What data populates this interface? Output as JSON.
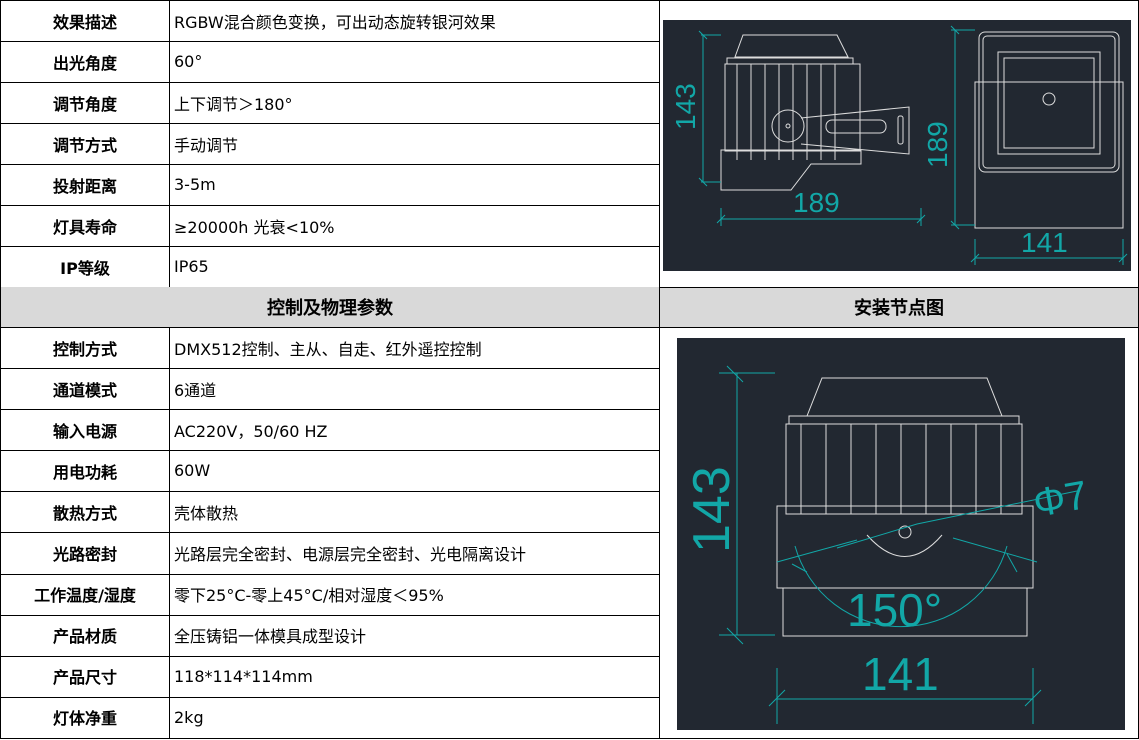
{
  "top_specs": [
    {
      "label": "效果描述",
      "value": "RGBW混合颜色变换，可出动态旋转银河效果"
    },
    {
      "label": "出光角度",
      "value": "60°"
    },
    {
      "label": "调节角度",
      "value": "上下调节＞180°"
    },
    {
      "label": "调节方式",
      "value": "手动调节"
    },
    {
      "label": "投射距离",
      "value": "3-5m"
    },
    {
      "label": "灯具寿命",
      "value": "≥20000h 光衰<10%"
    },
    {
      "label": "IP等级",
      "value": "IP65"
    }
  ],
  "section_headers": {
    "control": "控制及物理参数",
    "install": "安装节点图"
  },
  "control_specs": [
    {
      "label": "控制方式",
      "value": "DMX512控制、主从、自走、红外遥控控制"
    },
    {
      "label": "通道模式",
      "value": "6通道"
    },
    {
      "label": "输入电源",
      "value": "AC220V，50/60 HZ"
    },
    {
      "label": "用电功耗",
      "value": "60W"
    },
    {
      "label": "散热方式",
      "value": "壳体散热"
    },
    {
      "label": "光路密封",
      "value": "光路层完全密封、电源层完全密封、光电隔离设计"
    },
    {
      "label": "工作温度/湿度",
      "value": "零下25°C-零上45°C/相对湿度＜95%"
    },
    {
      "label": "产品材质",
      "value": "全压铸铝一体模具成型设计"
    },
    {
      "label": "产品尺寸",
      "value": "118*114*114mm"
    },
    {
      "label": "灯体净重",
      "value": "2kg"
    }
  ],
  "drawing_top": {
    "height": "143",
    "length": "189",
    "front_height": "189",
    "front_width": "141"
  },
  "drawing_install": {
    "height": "143",
    "hole": "Φ7",
    "angle": "150°",
    "width": "141"
  },
  "colors": {
    "cad_bg": "#222831",
    "dim": "#12a7a7",
    "header_bg": "#d9d9d9"
  }
}
